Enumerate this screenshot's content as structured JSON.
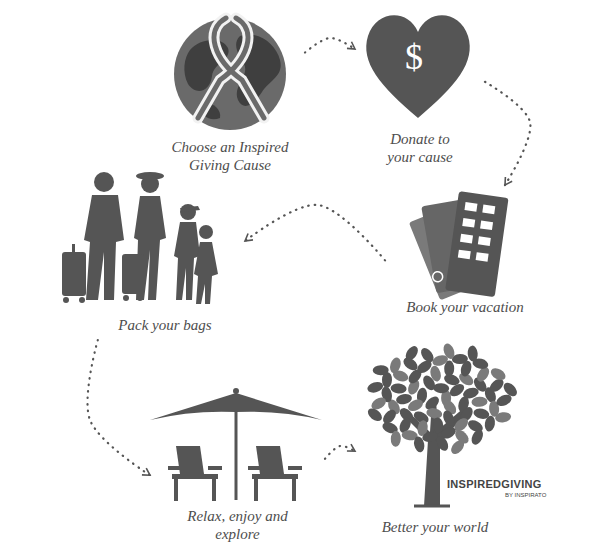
{
  "diagram": {
    "nodes": [
      {
        "text": [
          "Choose an Inspired Giving Cause"
        ]
      },
      {
        "text": [
          "Donate to your cause"
        ]
      },
      {
        "text": [
          "Book your vacation"
        ]
      },
      {
        "text": [
          "Pack your bags"
        ]
      },
      {
        "text": [
          "Relax, enjoy and explore"
        ]
      },
      {
        "text": [
          "Better your world"
        ]
      }
    ],
    "edges": [
      {
        "from": 0,
        "to": 1,
        "arrow": "to"
      },
      {
        "from": 1,
        "to": 2,
        "arrow": "to"
      },
      {
        "from": 2,
        "to": 3,
        "arrow": "to"
      },
      {
        "from": 3,
        "to": 4,
        "arrow": "to"
      },
      {
        "from": 4,
        "to": 5,
        "arrow": "to"
      }
    ],
    "labels": [
      "$",
      "INSPIREDGIVING",
      "BY INSPIRATO"
    ]
  }
}
